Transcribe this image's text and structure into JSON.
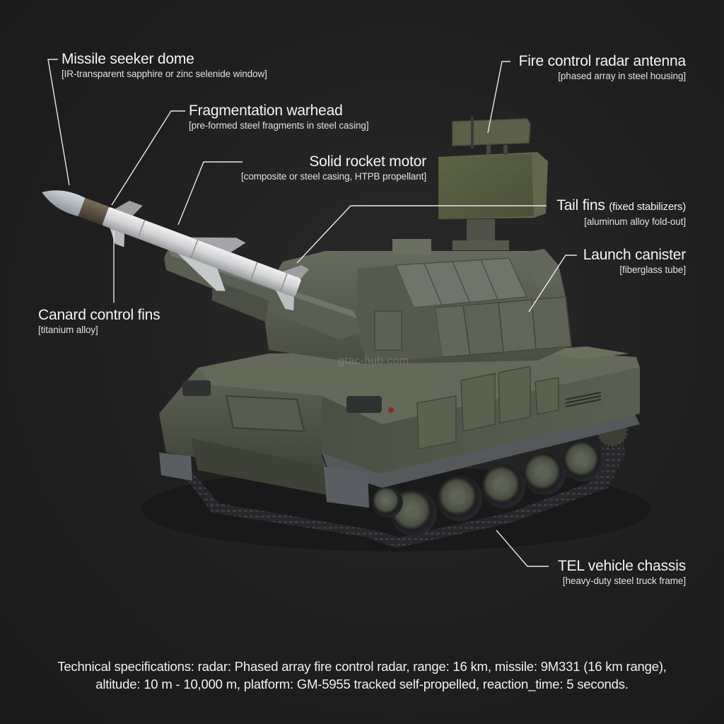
{
  "diagram": {
    "subject": "Tracked self-propelled surface-to-air missile system with phased array radar",
    "labels": [
      {
        "id": "seeker",
        "title": "Missile seeker dome",
        "sub": "[IR-transparent sapphire or zinc selenide window]"
      },
      {
        "id": "warhead",
        "title": "Fragmentation warhead",
        "sub": "[pre-formed steel fragments in steel casing]"
      },
      {
        "id": "motor",
        "title": "Solid rocket motor",
        "sub": "[composite or steel casing, HTPB propellant]"
      },
      {
        "id": "radar",
        "title": "Fire control radar antenna",
        "sub": "[phased array in steel housing]"
      },
      {
        "id": "tailfins",
        "title": "Tail fins",
        "title_note": "(fixed stabilizers)",
        "sub": "[aluminum alloy fold-out]"
      },
      {
        "id": "canister",
        "title": "Launch canister",
        "sub": "[fiberglass tube]"
      },
      {
        "id": "canard",
        "title": "Canard control fins",
        "sub": "[titanium alloy]"
      },
      {
        "id": "chassis",
        "title": "TEL vehicle chassis",
        "sub": "[heavy-duty steel truck frame]"
      }
    ],
    "watermark": "gtac-hub.com",
    "specs": {
      "line1": "Technical specifications: radar: Phased array fire control radar, range: 16 km, missile: 9M331 (16 km range),",
      "line2": "altitude: 10 m - 10,000 m, platform: GM-5955 tracked self-propelled, reaction_time: 5 seconds."
    },
    "colors": {
      "background": "#1f1f1f",
      "vehicle_green": "#4f5446",
      "missile_white": "#d8d9da",
      "leader_line": "#e8e8e8",
      "text": "#f2f2f2"
    }
  }
}
